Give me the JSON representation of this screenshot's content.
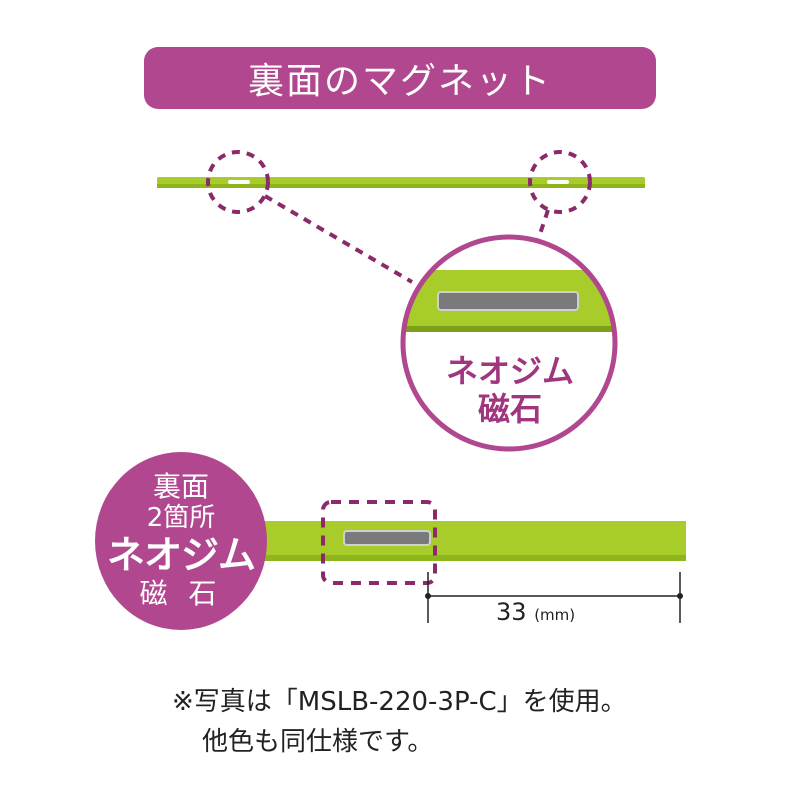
{
  "banner": {
    "title": "裏面のマグネット"
  },
  "zoom_callout": {
    "line1": "ネオジム",
    "line2": "磁石"
  },
  "badge": {
    "line1": "裏面",
    "line2": "2箇所",
    "line3": "ネオジム",
    "line4": "磁 石"
  },
  "dimension": {
    "value": "33",
    "unit": "(mm)"
  },
  "note": {
    "line1": "※写真は「MSLB-220-3P-C」を使用。",
    "line2": "他色も同仕様です。"
  },
  "colors": {
    "accent": "#b0478f",
    "bar": "#a8cc2a",
    "dash": "#8a2a6a"
  }
}
